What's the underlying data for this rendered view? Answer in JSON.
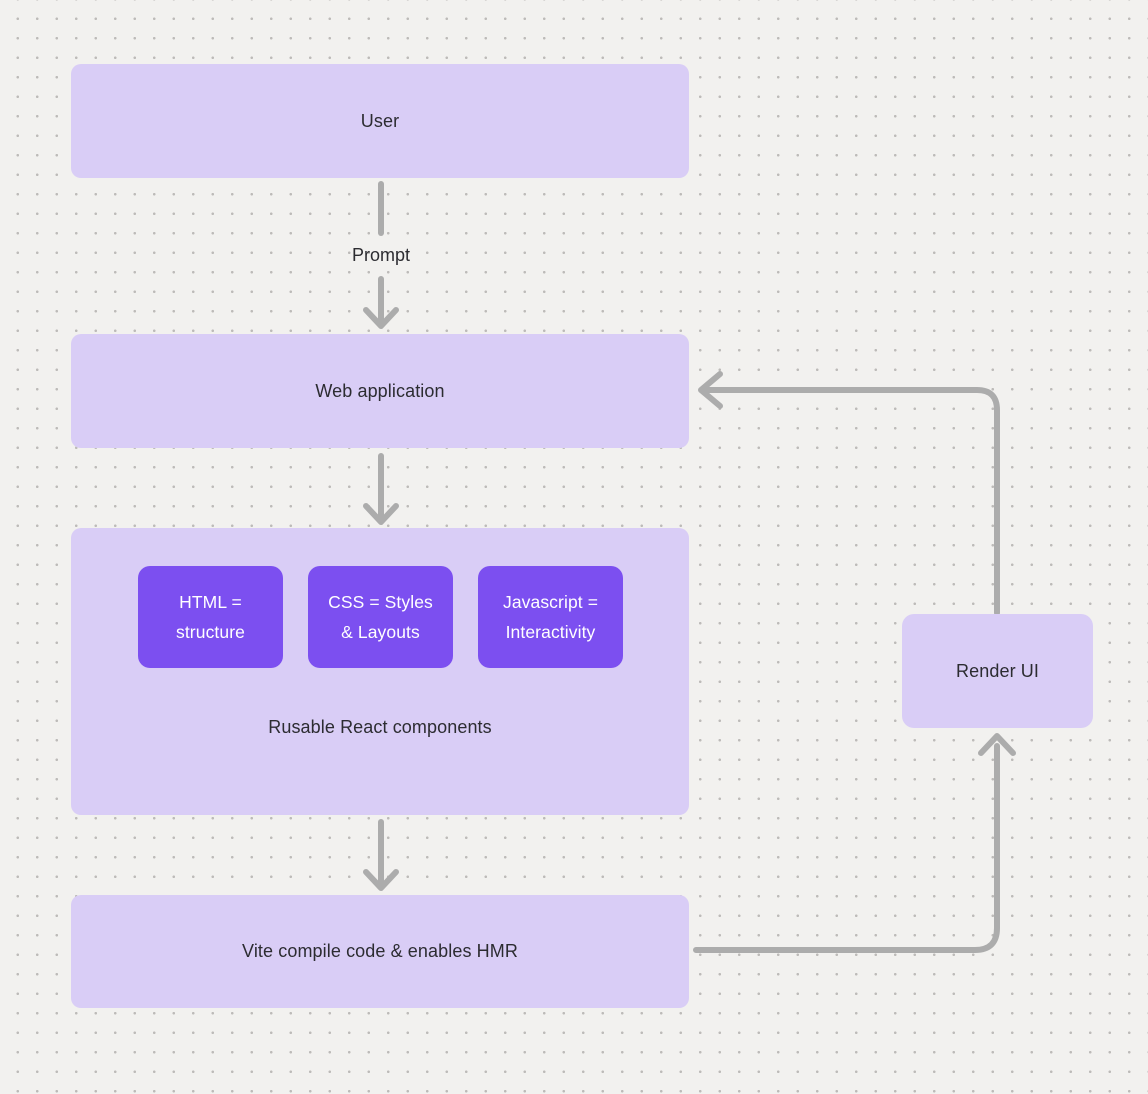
{
  "colors": {
    "canvas_bg": "#F2F1EF",
    "dot": "#BDBBB9",
    "node_fill": "#D9CDF6",
    "chip_fill": "#7C4FF0",
    "chip_text": "#FFFFFF",
    "node_text": "#2C2C31",
    "connector": "#ACACAC"
  },
  "diagram": {
    "nodes": {
      "user": {
        "label": "User"
      },
      "web_application": {
        "label": "Web application"
      },
      "react_components": {
        "caption": "Rusable React components",
        "chips": [
          {
            "line1": "HTML =",
            "line2": "structure"
          },
          {
            "line1": "CSS = Styles",
            "line2": "& Layouts"
          },
          {
            "line1": "Javascript =",
            "line2": "Interactivity"
          }
        ]
      },
      "vite": {
        "label": "Vite compile code & enables HMR"
      },
      "render_ui": {
        "label": "Render UI"
      }
    },
    "edge_labels": {
      "user_to_web": "Prompt"
    }
  }
}
